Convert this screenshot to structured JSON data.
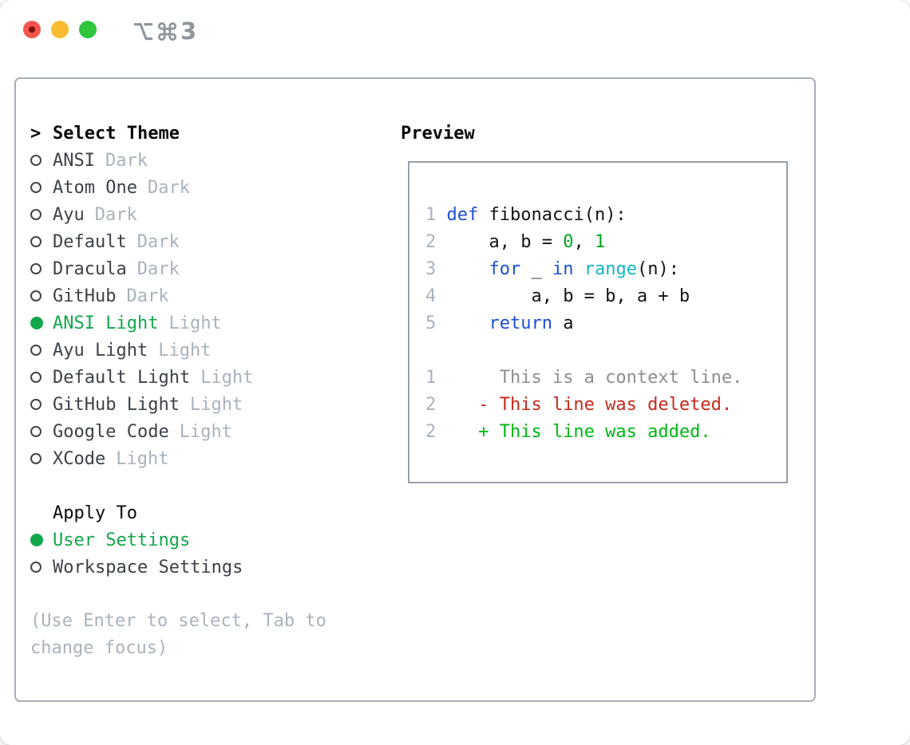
{
  "titlebar": {
    "title_text": "3",
    "icons": [
      "option-icon",
      "command-icon"
    ]
  },
  "select_theme": {
    "marker": ">",
    "label": "Select Theme"
  },
  "themes": [
    {
      "name": "ANSI",
      "variant": "Dark",
      "selected": false
    },
    {
      "name": "Atom One",
      "variant": "Dark",
      "selected": false
    },
    {
      "name": "Ayu",
      "variant": "Dark",
      "selected": false
    },
    {
      "name": "Default",
      "variant": "Dark",
      "selected": false
    },
    {
      "name": "Dracula",
      "variant": "Dark",
      "selected": false
    },
    {
      "name": "GitHub",
      "variant": "Dark",
      "selected": false
    },
    {
      "name": "ANSI Light",
      "variant": "Light",
      "selected": true
    },
    {
      "name": "Ayu Light",
      "variant": "Light",
      "selected": false
    },
    {
      "name": "Default Light",
      "variant": "Light",
      "selected": false
    },
    {
      "name": "GitHub Light",
      "variant": "Light",
      "selected": false
    },
    {
      "name": "Google Code",
      "variant": "Light",
      "selected": false
    },
    {
      "name": "XCode",
      "variant": "Light",
      "selected": false
    }
  ],
  "apply": {
    "title": "Apply To",
    "options": [
      {
        "label": "User Settings",
        "selected": true
      },
      {
        "label": "Workspace Settings",
        "selected": false
      }
    ]
  },
  "help_lines": [
    "(Use Enter to select, Tab to",
    "change focus)"
  ],
  "preview": {
    "title": "Preview",
    "code_lines": [
      {
        "num": "1",
        "tokens": [
          {
            "t": " ",
            "c": "plain"
          },
          {
            "t": "def",
            "c": "kw"
          },
          {
            "t": " fibonacci(n):",
            "c": "plain"
          }
        ]
      },
      {
        "num": "2",
        "tokens": [
          {
            "t": "     a, b = ",
            "c": "plain"
          },
          {
            "t": "0",
            "c": "num"
          },
          {
            "t": ", ",
            "c": "plain"
          },
          {
            "t": "1",
            "c": "num"
          }
        ]
      },
      {
        "num": "3",
        "tokens": [
          {
            "t": "     ",
            "c": "plain"
          },
          {
            "t": "for",
            "c": "kw"
          },
          {
            "t": " _ ",
            "c": "plain"
          },
          {
            "t": "in",
            "c": "kw"
          },
          {
            "t": " ",
            "c": "plain"
          },
          {
            "t": "range",
            "c": "builtin"
          },
          {
            "t": "(n):",
            "c": "plain"
          }
        ]
      },
      {
        "num": "4",
        "tokens": [
          {
            "t": "         a, b = b, a + b",
            "c": "plain"
          }
        ]
      },
      {
        "num": "5",
        "tokens": [
          {
            "t": "     ",
            "c": "plain"
          },
          {
            "t": "return",
            "c": "kw"
          },
          {
            "t": " a",
            "c": "plain"
          }
        ]
      },
      {
        "num": "",
        "tokens": []
      },
      {
        "num": "1",
        "tokens": [
          {
            "t": "      This is a context line.",
            "c": "ctx"
          }
        ]
      },
      {
        "num": "2",
        "tokens": [
          {
            "t": "    - This line was deleted.",
            "c": "del"
          }
        ]
      },
      {
        "num": "2",
        "tokens": [
          {
            "t": "    + This line was added.",
            "c": "add"
          }
        ]
      }
    ]
  },
  "colors": {
    "green": "#12a74a",
    "header-black": "#0a0a0a",
    "name-color": "#3b4149",
    "muted": "#a9b2bd",
    "radio-border": "#41464d",
    "panel-border": "#a9b0bb",
    "preview-border": "#98a0aa",
    "gutter": "#a9b2bd",
    "c-plain": "#141414",
    "c-kw": "#1b4fd6",
    "c-builtin": "#12b5c5",
    "c-num": "#00a71f",
    "c-ctx": "#8a8f94",
    "c-del": "#c52a1a",
    "c-add": "#00b717",
    "title-gray": "#8f969c",
    "light-red": "#f4554e",
    "light-red-dot": "#7d120c",
    "light-yellow": "#fbbc2f",
    "light-green": "#2fc53d"
  }
}
